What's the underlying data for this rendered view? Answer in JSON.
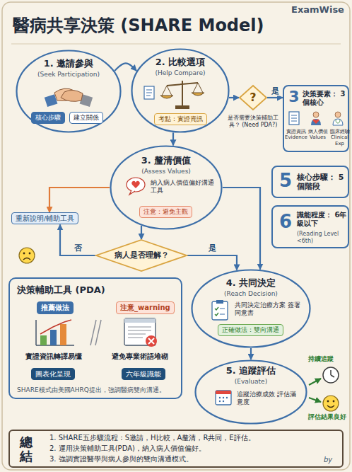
{
  "diagram": {
    "title": "醫病共享決策 (SHARE Model)",
    "nodes": [
      {
        "text": [
          "1. 邀請參與",
          "(Seek Participation)"
        ]
      },
      {
        "text": [
          "核心步驟"
        ],
        "in": 0
      },
      {
        "text": [
          "建立關係"
        ],
        "in": 0
      },
      {
        "text": [
          "2. 比較選項",
          "(Help Compare)"
        ]
      },
      {
        "text": [
          "考點：實證資訊"
        ],
        "in": 3
      },
      {
        "text": [
          "?",
          "是否需要決策輔助工具？ (Need PDA?)"
        ]
      },
      {
        "text": [
          "3",
          "決策要素： 3個核心",
          "實證資訊 Evidence",
          "病人價值 Values",
          "臨床經驗 Clinical Exp"
        ]
      },
      {
        "text": [
          "5",
          "核心步驟： 5個階段"
        ]
      },
      {
        "text": [
          "6",
          "識能程度： 6年級以下",
          "(Reading Level <6th)"
        ]
      },
      {
        "text": [
          "3. 釐清價值",
          "(Assess Values)",
          "納入病人價值偏好溝通工具"
        ]
      },
      {
        "text": [
          "注意：避免主觀"
        ],
        "in": 9
      },
      {
        "text": [
          "重新說明/輔助工具"
        ]
      },
      {
        "text": [
          "病人是否理解？"
        ]
      },
      {
        "text": [
          "4. 共同決定",
          "(Reach Decision)",
          "共同決定治療方案 簽署同意書"
        ]
      },
      {
        "text": [
          "正確做法：雙向溝通"
        ],
        "in": 13
      },
      {
        "text": [
          "決策輔助工具 (PDA)",
          "實證資訊轉譯易懂",
          "避免專業術語堆砌",
          "SHARE模式由美國AHRQ提出，強調醫病雙向溝通。"
        ]
      },
      {
        "text": [
          "推薦做法"
        ],
        "in": 15
      },
      {
        "text": [
          "注意_warning"
        ],
        "in": 15
      },
      {
        "text": [
          "圖表化呈現"
        ],
        "in": 15
      },
      {
        "text": [
          "六年級識能"
        ],
        "in": 15
      },
      {
        "text": [
          "5. 追蹤評估",
          "(Evaluate)",
          "追蹤治療成效 評估滿意度"
        ]
      },
      {
        "text": [
          "總結",
          "1. SHARE五步驟流程：S邀請，H比較，A釐清，R共同，E評估。",
          "2. 運用決策輔助工具(PDA)，納入病人價值偏好。",
          "3. 強調實證醫學與病人參與的雙向溝通模式。"
        ]
      }
    ],
    "edges": [
      {
        "from": 0,
        "to": 3,
        "arrow": "to"
      },
      {
        "from": 3,
        "to": 5,
        "arrow": "to"
      },
      {
        "from": 5,
        "to": 6,
        "label": "是",
        "arrow": "to"
      },
      {
        "from": 3,
        "to": 9,
        "arrow": "to"
      },
      {
        "from": 9,
        "to": 11,
        "arrow": "to"
      },
      {
        "from": 9,
        "to": 12,
        "arrow": "to"
      },
      {
        "from": 12,
        "to": 11,
        "label": "否",
        "arrow": "to"
      },
      {
        "from": 12,
        "to": 13,
        "label": "是",
        "arrow": "to"
      },
      {
        "from": 9,
        "to": 13,
        "arrow": "to"
      },
      {
        "from": 13,
        "to": 20,
        "arrow": "to"
      }
    ],
    "labels": [
      "ExamWise",
      "持續追蹤",
      "評估結果良好",
      "by"
    ]
  }
}
